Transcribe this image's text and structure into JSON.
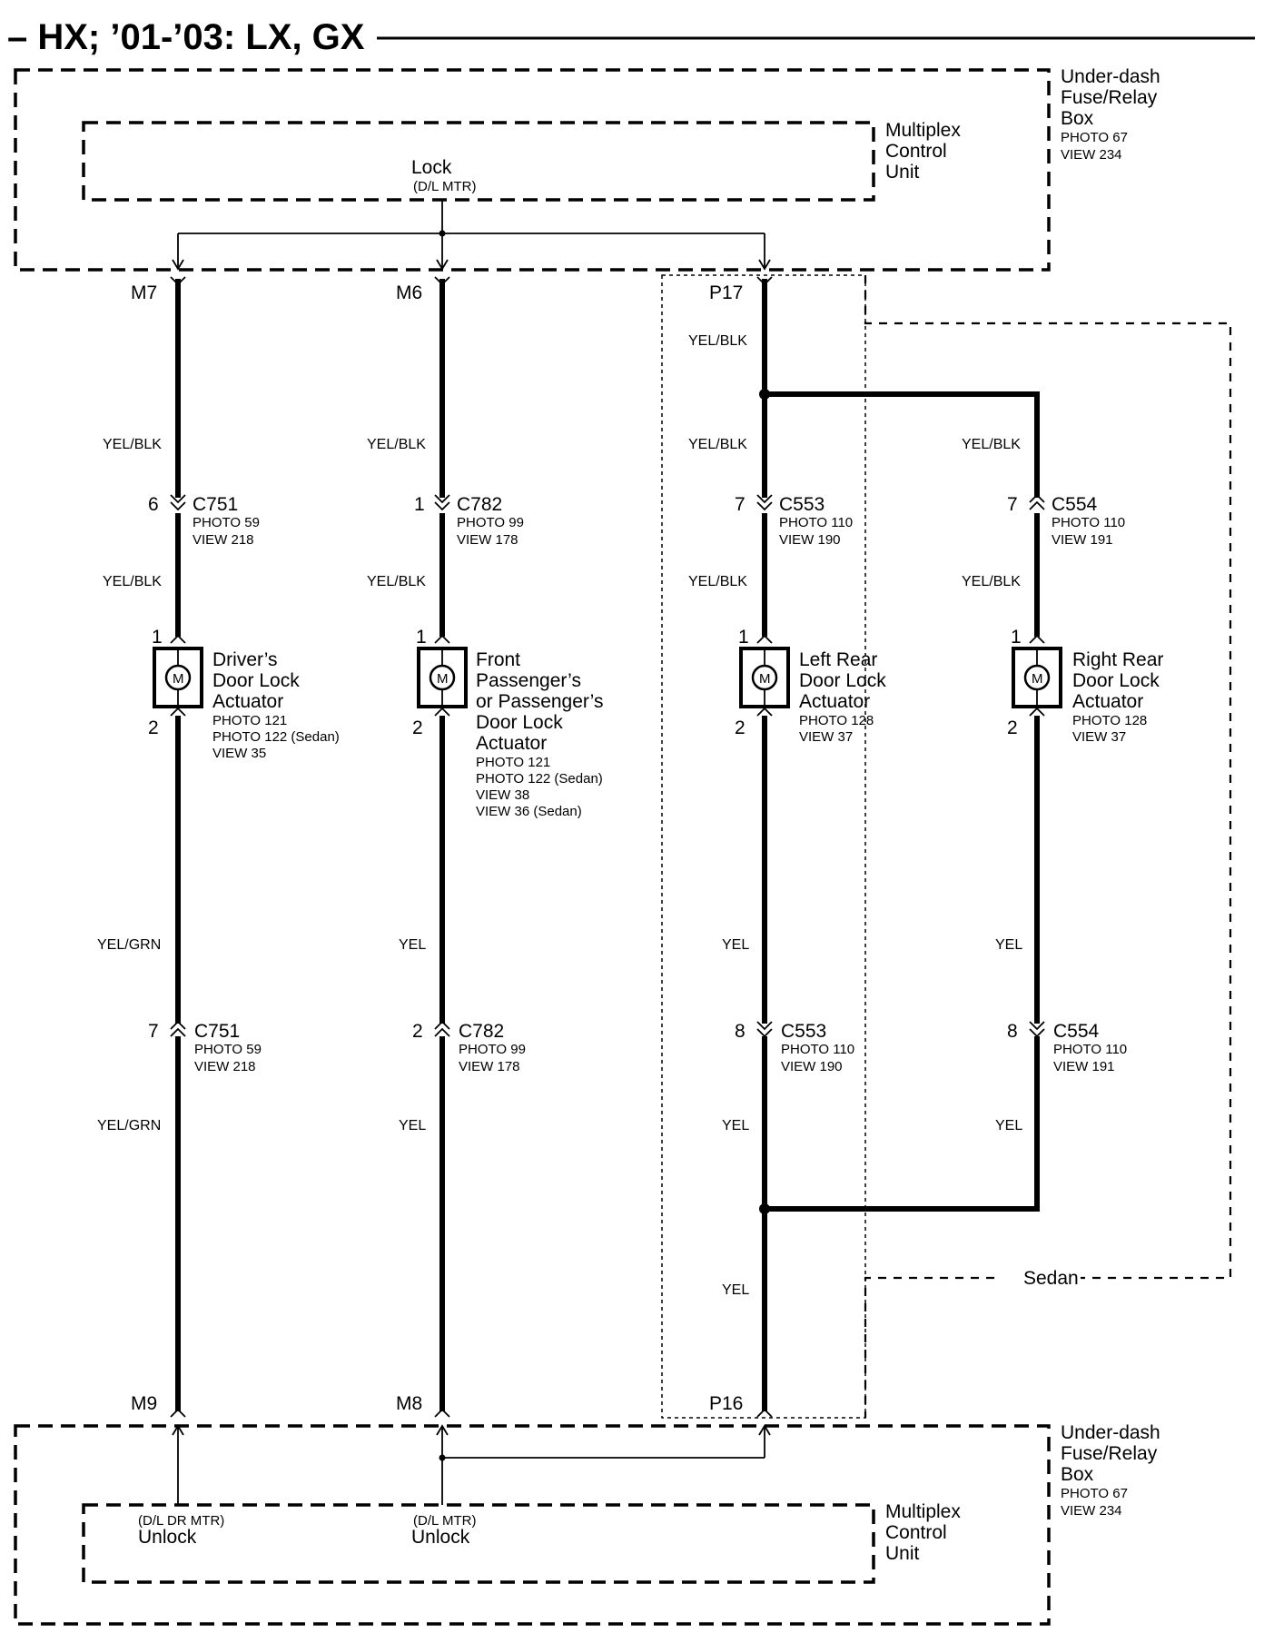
{
  "title": "– HX; ’01-’03: LX, GX",
  "top_box": {
    "fuse_label": [
      "Under-dash",
      "Fuse/Relay",
      "Box"
    ],
    "fuse_refs": [
      "PHOTO 67",
      "VIEW 234"
    ],
    "mcu_label": [
      "Multiplex",
      "Control",
      "Unit"
    ],
    "lock_label": "Lock",
    "lock_sub": "(D/L MTR)"
  },
  "bottom_box": {
    "fuse_label": [
      "Under-dash",
      "Fuse/Relay",
      "Box"
    ],
    "fuse_refs": [
      "PHOTO 67",
      "VIEW 234"
    ],
    "mcu_label": [
      "Multiplex",
      "Control",
      "Unit"
    ],
    "unlock1_label": "Unlock",
    "unlock1_sub": "(D/L DR MTR)",
    "unlock2_label": "Unlock",
    "unlock2_sub": "(D/L MTR)"
  },
  "sedan_label": "Sedan",
  "columns": [
    {
      "top_pin": "M7",
      "bottom_pin": "M9",
      "wire_top1": "YEL/BLK",
      "wire_top2": "YEL/BLK",
      "conn1_pin": "6",
      "conn1_name": "C751",
      "conn1_refs": [
        "PHOTO 59",
        "VIEW 218"
      ],
      "act_pin_top": "1",
      "act_pin_bottom": "2",
      "act_label": [
        "Driver’s",
        "Door Lock",
        "Actuator"
      ],
      "act_refs": [
        "PHOTO 121",
        "PHOTO 122 (Sedan)",
        "VIEW 35"
      ],
      "wire_bot1": "YEL/GRN",
      "wire_bot2": "YEL/GRN",
      "conn2_pin": "7",
      "conn2_name": "C751",
      "conn2_refs": [
        "PHOTO 59",
        "VIEW 218"
      ]
    },
    {
      "top_pin": "M6",
      "bottom_pin": "M8",
      "wire_top1": "YEL/BLK",
      "wire_top2": "YEL/BLK",
      "conn1_pin": "1",
      "conn1_name": "C782",
      "conn1_refs": [
        "PHOTO 99",
        "VIEW 178"
      ],
      "act_pin_top": "1",
      "act_pin_bottom": "2",
      "act_label": [
        "Front",
        "Passenger’s",
        "or Passenger’s",
        "Door Lock",
        "Actuator"
      ],
      "act_refs": [
        "PHOTO 121",
        "PHOTO 122 (Sedan)",
        "VIEW 38",
        "VIEW 36 (Sedan)"
      ],
      "wire_bot1": "YEL",
      "wire_bot2": "YEL",
      "conn2_pin": "2",
      "conn2_name": "C782",
      "conn2_refs": [
        "PHOTO 99",
        "VIEW 178"
      ]
    },
    {
      "top_pin": "P17",
      "bottom_pin": "P16",
      "wire_trunk_top": "YEL/BLK",
      "wire_trunk_bottom": "YEL",
      "wire_top1": "YEL/BLK",
      "wire_top2": "YEL/BLK",
      "conn1_pin": "7",
      "conn1_name": "C553",
      "conn1_refs": [
        "PHOTO 110",
        "VIEW 190"
      ],
      "act_pin_top": "1",
      "act_pin_bottom": "2",
      "act_label": [
        "Left Rear",
        "Door Lock",
        "Actuator"
      ],
      "act_refs": [
        "PHOTO 128",
        "VIEW 37"
      ],
      "wire_bot1": "YEL",
      "wire_bot2": "YEL",
      "conn2_pin": "8",
      "conn2_name": "C553",
      "conn2_refs": [
        "PHOTO 110",
        "VIEW 190"
      ]
    },
    {
      "wire_top1": "YEL/BLK",
      "wire_top2": "YEL/BLK",
      "conn1_pin": "7",
      "conn1_name": "C554",
      "conn1_refs": [
        "PHOTO 110",
        "VIEW 191"
      ],
      "act_pin_top": "1",
      "act_pin_bottom": "2",
      "act_label": [
        "Right Rear",
        "Door Lock",
        "Actuator"
      ],
      "act_refs": [
        "PHOTO 128",
        "VIEW 37"
      ],
      "wire_bot1": "YEL",
      "wire_bot2": "YEL",
      "conn2_pin": "8",
      "conn2_name": "C554",
      "conn2_refs": [
        "PHOTO 110",
        "VIEW 191"
      ]
    }
  ],
  "motor_symbol": "M"
}
